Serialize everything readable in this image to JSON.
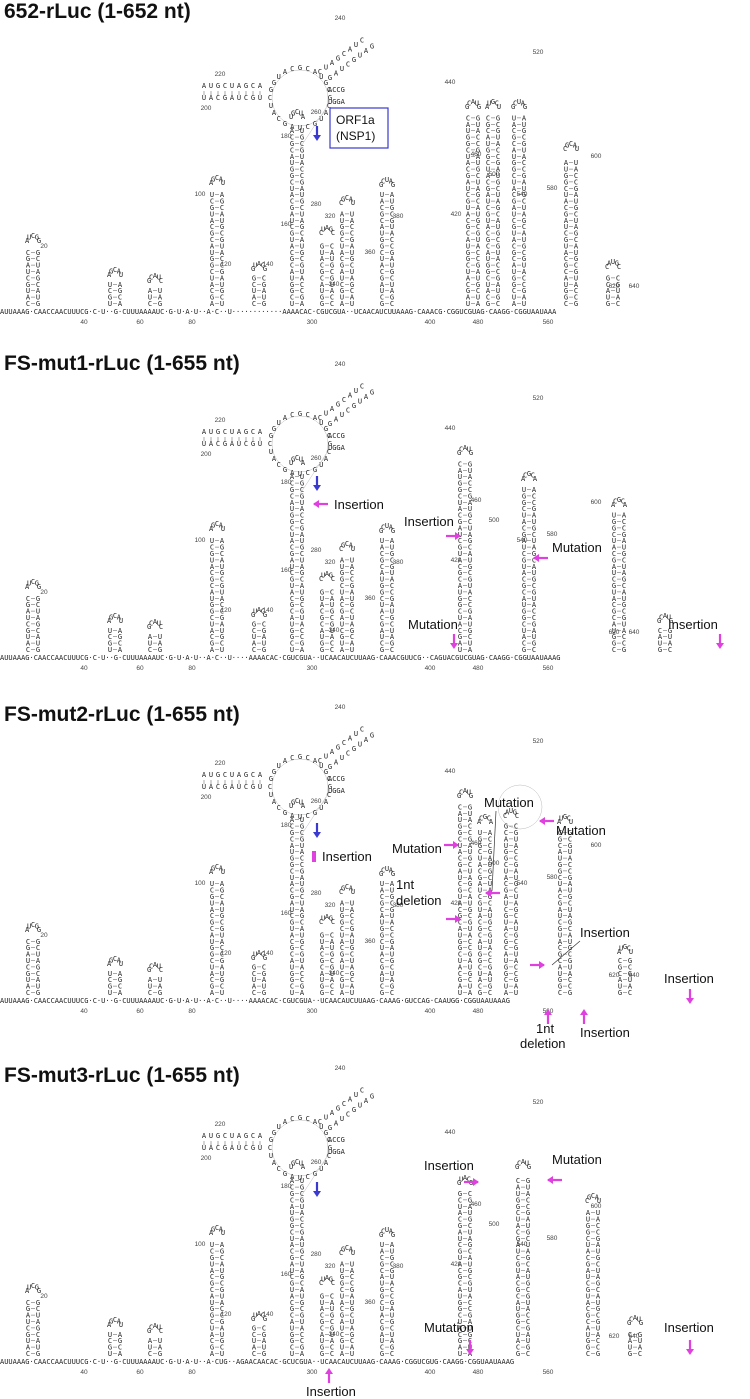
{
  "colors": {
    "magenta": "#e040e0",
    "blue": "#3a3ad0",
    "line": "#999999"
  },
  "panels": [
    {
      "title": "652-rLuc (1-652 nt)",
      "baseline_seq": "AUUAAAG·CAACCAACUUUCG·C·U··G·CUUUAAAAUC·G·U·A·U··A·C··U············AAAACAC·CGUCGUA··UCAACAUCUUAAAG·CAAACG·CGGUCGUAG·CAAGG·CGGUAAUAAA",
      "numbers": [
        "20",
        "40",
        "60",
        "80",
        "100",
        "120",
        "140",
        "160",
        "180",
        "200",
        "220",
        "240",
        "260",
        "280",
        "300",
        "320",
        "340",
        "360",
        "380",
        "400",
        "420",
        "440",
        "460",
        "480",
        "500",
        "520",
        "540",
        "560",
        "580",
        "600",
        "620",
        "640"
      ],
      "annotations": [],
      "box": {
        "line1": "ORF1a",
        "line2": "(NSP1)"
      }
    },
    {
      "title": "FS-mut1-rLuc (1-655 nt)",
      "baseline_seq": "AUUAAAG·CAACCAACUUUCG·C·U··G·CUUUAAAAUC·G·U·A·U··A·C··U····AAAACAC·CGUCGUA··UCAACAUCUUAAG·CAAACGUUCG··CAGUACGUCGUAG·CAAGG·CGGUAAUAAAG",
      "numbers": [
        "20",
        "40",
        "60",
        "80",
        "100",
        "120",
        "140",
        "160",
        "180",
        "200",
        "220",
        "240",
        "260",
        "280",
        "300",
        "320",
        "340",
        "360",
        "380",
        "400",
        "420",
        "440",
        "460",
        "480",
        "500",
        "520",
        "540",
        "560",
        "580",
        "600",
        "620",
        "640"
      ],
      "annotations": [
        "Insertion",
        "Insertion",
        "Mutation",
        "Mutation",
        "Insertion"
      ]
    },
    {
      "title": "FS-mut2-rLuc (1-655 nt)",
      "baseline_seq": "AUUAAAG·CAACCAACUUUCG·C·U··G·CUUUAAAAUC·G·U·A·U··A·C··U····AAAACAC·CGUCGUA··UCAACAUCUUAAG·CAAAG·GUCCAG·CAAUGG·CGGUAAUAAAG",
      "numbers": [
        "20",
        "40",
        "60",
        "80",
        "100",
        "120",
        "140",
        "160",
        "180",
        "200",
        "220",
        "240",
        "260",
        "280",
        "300",
        "320",
        "340",
        "360",
        "380",
        "400",
        "420",
        "440",
        "460",
        "480",
        "500",
        "520",
        "540",
        "560",
        "580",
        "600",
        "620",
        "640"
      ],
      "annotations": [
        "Insertion",
        "Mutation",
        "Mutation",
        "Mutation",
        "1nt",
        "deletion",
        "Insertion",
        "Insertion",
        "1nt",
        "deletion",
        "Insertion"
      ]
    },
    {
      "title": "FS-mut3-rLuc (1-655 nt)",
      "baseline_seq": "AUUAAAG·CAACCAACUUUCG·C·U··G·CUUUAAAAUC·G·U·A·U··A·CUG··AGAACAACAC·GCUCGUA··UCAACAUCUUAAG·CAAAG·CGGUCGUG·CAAGG·CGGUAAUAAAG",
      "numbers": [
        "20",
        "40",
        "60",
        "80",
        "100",
        "120",
        "140",
        "160",
        "180",
        "200",
        "220",
        "240",
        "260",
        "280",
        "300",
        "320",
        "340",
        "360",
        "380",
        "400",
        "420",
        "440",
        "460",
        "480",
        "500",
        "520",
        "540",
        "560",
        "580",
        "600",
        "620",
        "640"
      ],
      "annotations": [
        "Insertion",
        "Mutation",
        "Insertion",
        "Mutation",
        "Insertion"
      ]
    }
  ]
}
